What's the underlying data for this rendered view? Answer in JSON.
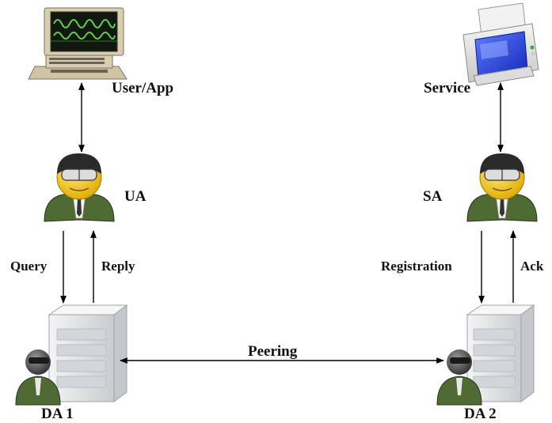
{
  "nodes": {
    "user_app": {
      "label": "User/App",
      "icon": "computer-icon"
    },
    "service": {
      "label": "Service",
      "icon": "printer-icon"
    },
    "ua": {
      "label": "UA",
      "icon": "agent-icon"
    },
    "sa": {
      "label": "SA",
      "icon": "agent-icon"
    },
    "da1": {
      "label": "DA 1",
      "icon": "server-agent-icon"
    },
    "da2": {
      "label": "DA 2",
      "icon": "server-agent-icon"
    }
  },
  "edges": {
    "query": "Query",
    "reply": "Reply",
    "registration": "Registration",
    "ack": "Ack",
    "peering": "Peering"
  },
  "colors": {
    "agent_suit": "#4f6b33",
    "agent_face": "#f3c21a",
    "printer_blue": "#1f3fe0",
    "computer_body": "#d9ceb2",
    "screen_wave": "#5fd04a",
    "server_gray": "#e4e6e8"
  }
}
